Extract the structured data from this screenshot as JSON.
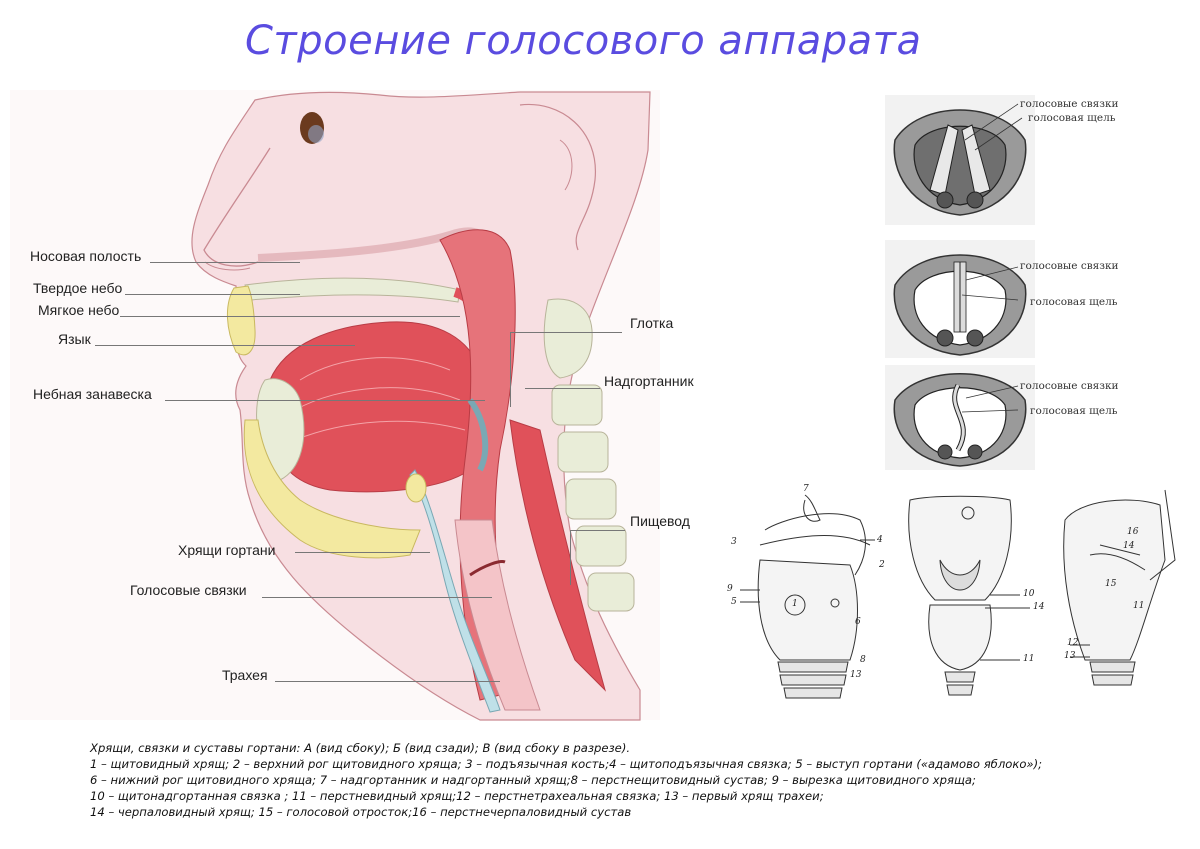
{
  "title": "Строение голосового аппарата",
  "anatomy_labels": {
    "nasal_cavity": "Носовая полость",
    "hard_palate": "Твердое небо",
    "soft_palate": "Мягкое небо",
    "tongue": "Язык",
    "palatine_curtain": "Небная занавеска",
    "pharynx": "Глотка",
    "epiglottis": "Надгортанник",
    "esophagus": "Пищевод",
    "laryngeal_cartilages": "Хрящи гортани",
    "vocal_cords": "Голосовые связки",
    "trachea": "Трахея"
  },
  "glottis_views": [
    {
      "cords": "голосовые связки",
      "gap": "голосовая щель"
    },
    {
      "cords": "голосовые связки",
      "gap": "голосовая щель"
    },
    {
      "cords": "голосовые связки",
      "gap": "голосовая щель"
    }
  ],
  "larynx_numbers": {
    "a": [
      "7",
      "3",
      "4",
      "2",
      "9",
      "5",
      "1",
      "6",
      "8",
      "13"
    ],
    "b": [
      "10",
      "14",
      "11"
    ],
    "c": [
      "16",
      "14",
      "15",
      "11",
      "12",
      "13"
    ]
  },
  "caption_lines": [
    "Хрящи, связки и суставы гортани: А (вид сбоку); Б (вид сзади); В (вид сбоку в разрезе).",
    "1 – щитовидный хрящ; 2 – верхний рог щитовидного хряща; 3 – подъязычная кость;4 – щитоподъязычная связка; 5 – выступ гортани («адамово яблоко»);",
    "6 – нижний рог щитовидного хряща; 7 – надгортанник и надгортанный хрящ;8 – перстнещитовидный сустав; 9 – вырезка щитовидного хряща;",
    "10 – щитонадгортанная связка ; 11 – перстневидный хрящ;12 – перстнетрахеальная связка; 13 – первый хрящ трахеи;",
    "14 – черпаловидный хрящ; 15 – голосовой отросток;16 – перстнечерпаловидный сустав"
  ],
  "colors": {
    "title": "#5a4ce0",
    "skin": "#f7dfe2",
    "muscle": "#e0515a",
    "bone": "#e9edd8",
    "fat": "#f3e9a0",
    "cartilage": "#bfe0e8"
  }
}
